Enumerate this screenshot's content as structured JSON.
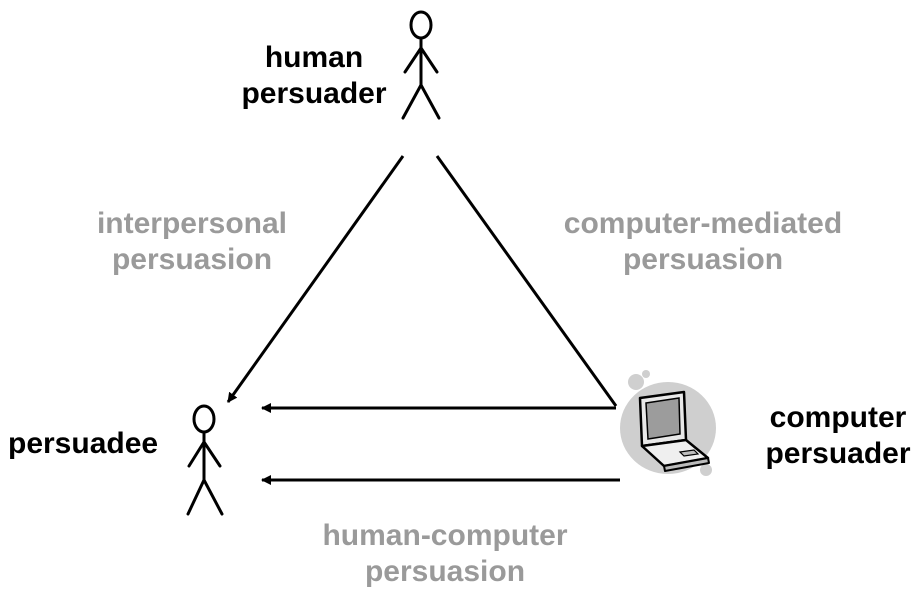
{
  "nodes": {
    "human_persuader": {
      "line1": "human",
      "line2": "persuader"
    },
    "persuadee": {
      "label": "persuadee"
    },
    "computer_persuader": {
      "line1": "computer",
      "line2": "persuader"
    }
  },
  "edges": {
    "interpersonal": {
      "line1": "interpersonal",
      "line2": "persuasion"
    },
    "computer_mediated": {
      "line1": "computer-mediated",
      "line2": "persuasion"
    },
    "human_computer": {
      "line1": "human-computer",
      "line2": "persuasion"
    }
  },
  "colors": {
    "node_label": "#000000",
    "edge_label": "#9a9a9a",
    "line": "#000000",
    "laptop_shadow": "#c8c8c8"
  },
  "icons": {
    "human_persuader": "stick-figure-icon",
    "persuadee": "stick-figure-icon",
    "computer_persuader": "laptop-icon"
  }
}
